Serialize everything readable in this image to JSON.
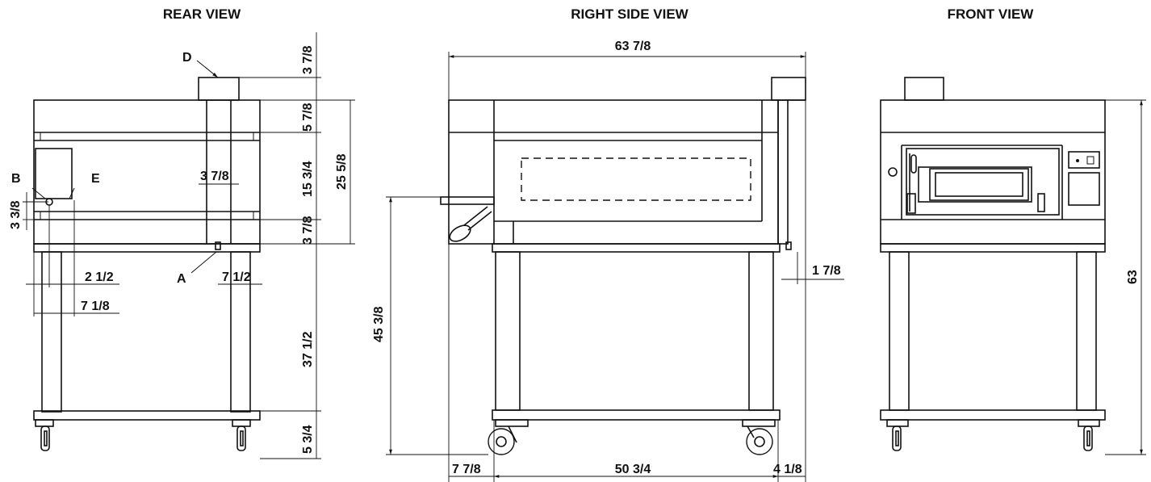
{
  "views": {
    "rear": "REAR VIEW",
    "side": "RIGHT SIDE VIEW",
    "front": "FRONT VIEW"
  },
  "callouts": {
    "a": "A",
    "b": "B",
    "d": "D",
    "e": "E"
  },
  "rear_dims": {
    "flue_height": "3 7/8",
    "top_band": "5 7/8",
    "chamber": "15 3/4",
    "lower_band": "3 7/8",
    "oven_body": "25 5/8",
    "stand": "37 1/2",
    "caster": "5 3/4",
    "inlet_height": "3 3/8",
    "flue_width": "3 7/8",
    "inlet_offset": "2 1/2",
    "inlet_offset_2": "7 1/8",
    "rear_offset": "7 1/2"
  },
  "side_dims": {
    "overall_depth": "63 7/8",
    "handle_height": "45 3/8",
    "front_overhang": "7 7/8",
    "leg_span": "50 3/4",
    "rear_overhang": "4 1/8",
    "rear_stub": "1 7/8"
  },
  "front_dims": {
    "overall_height": "63"
  }
}
